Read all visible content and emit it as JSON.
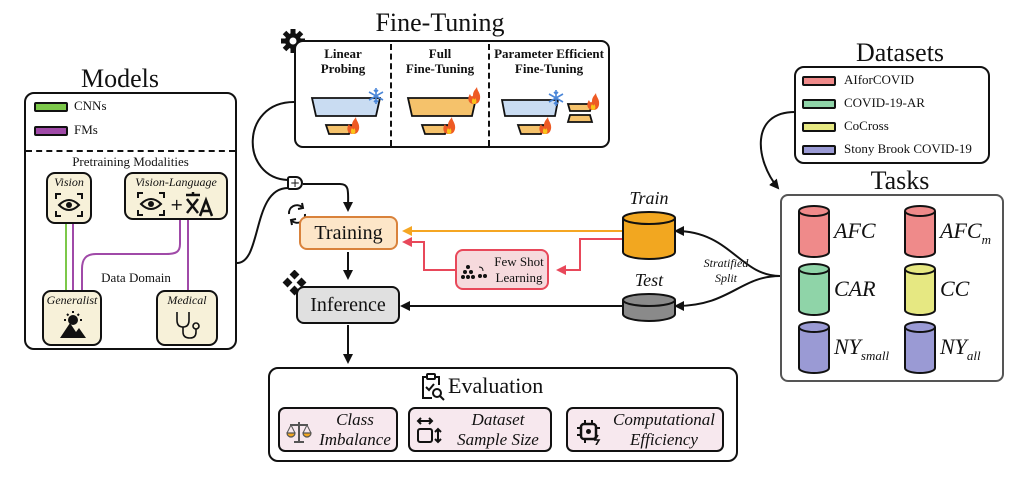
{
  "models": {
    "title": "Models",
    "legend": [
      {
        "label": "CNNs",
        "color": "#7cc84a"
      },
      {
        "label": "FMs",
        "color": "#a04aa8"
      }
    ],
    "pretraining_title": "Pretraining Modalities",
    "modalities": [
      {
        "label": "Vision",
        "icon": "eye-scan-icon"
      },
      {
        "label": "Vision-Language",
        "icon": "eye-translate-icon"
      }
    ],
    "data_domain_title": "Data Domain",
    "domains": [
      {
        "label": "Generalist",
        "icon": "sun-mountain-icon"
      },
      {
        "label": "Medical",
        "icon": "stethoscope-icon"
      }
    ]
  },
  "fine_tuning": {
    "title": "Fine-Tuning",
    "strategies": [
      {
        "line1": "Linear",
        "line2": "Probing"
      },
      {
        "line1": "Full",
        "line2": "Fine-Tuning"
      },
      {
        "line1": "Parameter Efficient",
        "line2": "Fine-Tuning"
      }
    ],
    "colors": {
      "frozen": "#c9dcf2",
      "trainable": "#f5c26b"
    }
  },
  "pipeline": {
    "training": "Training",
    "inference": "Inference",
    "few_shot": {
      "line1": "Few Shot",
      "line2": "Learning"
    },
    "train_label": "Train",
    "test_label": "Test",
    "split_label": {
      "line1": "Stratified",
      "line2": "Split"
    },
    "colors": {
      "training_fill": "#fde6c8",
      "training_border": "#d9823b",
      "train_arrow": "#f5a623",
      "few_shot_fill": "#f6dadd",
      "few_shot_border": "#e8485a",
      "inference_fill": "#e0e0e0",
      "train_db": "#f2a720",
      "test_db": "#8a8a8a"
    }
  },
  "datasets": {
    "title": "Datasets",
    "items": [
      {
        "label": "AIforCOVID",
        "color": "#ef8a8a"
      },
      {
        "label": "COVID-19-AR",
        "color": "#8fd4a8"
      },
      {
        "label": "CoCross",
        "color": "#e6e882"
      },
      {
        "label": "Stony Brook COVID-19",
        "color": "#9a9ad4"
      }
    ]
  },
  "tasks": {
    "title": "Tasks",
    "items": [
      {
        "name": "AFC",
        "sub": "",
        "color": "#ef8a8a"
      },
      {
        "name": "AFC",
        "sub": "m",
        "color": "#ef8a8a"
      },
      {
        "name": "CAR",
        "sub": "",
        "color": "#8fd4a8"
      },
      {
        "name": "CC",
        "sub": "",
        "color": "#e6e882"
      },
      {
        "name": "NY",
        "sub": "small",
        "color": "#9a9ad4"
      },
      {
        "name": "NY",
        "sub": "all",
        "color": "#9a9ad4"
      }
    ]
  },
  "evaluation": {
    "title": "Evaluation",
    "cards": [
      {
        "line1": "Class",
        "line2": "Imbalance",
        "icon": "balance-scale-icon"
      },
      {
        "line1": "Dataset",
        "line2": "Sample Size",
        "icon": "resize-icon"
      },
      {
        "line1": "Computational",
        "line2": "Efficiency",
        "icon": "chip-icon"
      }
    ]
  }
}
